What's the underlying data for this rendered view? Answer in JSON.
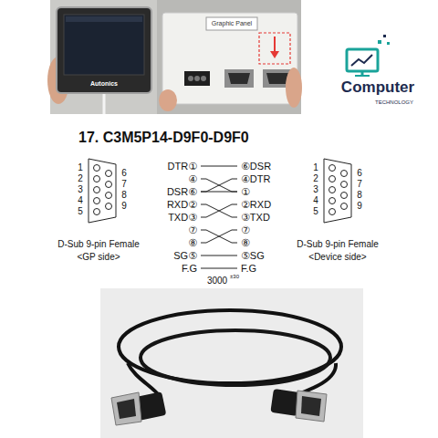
{
  "diagram": {
    "title": "17. C3M5P14-D9F0-D9F0",
    "nodes": [
      {
        "text": [
          "DTR①"
        ]
      },
      {
        "text": [
          "④"
        ]
      },
      {
        "text": [
          "DSR⑥"
        ]
      },
      {
        "text": [
          "RXD②"
        ]
      },
      {
        "text": [
          "TXD③"
        ]
      },
      {
        "text": [
          "⑦"
        ]
      },
      {
        "text": [
          "⑧"
        ]
      },
      {
        "text": [
          "SG⑤"
        ]
      },
      {
        "text": [
          "F.G"
        ]
      },
      {
        "text": [
          "⑥DSR"
        ]
      },
      {
        "text": [
          "④DTR"
        ]
      },
      {
        "text": [
          "①"
        ]
      },
      {
        "text": [
          "②RXD"
        ]
      },
      {
        "text": [
          "③TXD"
        ]
      },
      {
        "text": [
          "⑦"
        ]
      },
      {
        "text": [
          "⑧"
        ]
      },
      {
        "text": [
          "⑤SG"
        ]
      },
      {
        "text": [
          "F.G"
        ]
      }
    ],
    "edges": [
      {
        "from": 0,
        "to": 9,
        "arrow": "none"
      },
      {
        "from": 2,
        "to": 11,
        "arrow": "none"
      },
      {
        "from": 10,
        "to": 2,
        "arrow": "none"
      },
      {
        "from": 1,
        "to": 11,
        "arrow": "none"
      },
      {
        "from": 3,
        "to": 13,
        "arrow": "none"
      },
      {
        "from": 4,
        "to": 12,
        "arrow": "none"
      },
      {
        "from": 5,
        "to": 15,
        "arrow": "none"
      },
      {
        "from": 6,
        "to": 14,
        "arrow": "none"
      },
      {
        "from": 7,
        "to": 16,
        "arrow": "none"
      },
      {
        "from": 8,
        "to": 17,
        "arrow": "none"
      }
    ],
    "labels": [
      "Autonics",
      "Graphic Panel",
      "Computer",
      "TECHNOLOGY",
      "1",
      "2",
      "3",
      "4",
      "5",
      "6",
      "7",
      "8",
      "9",
      "D-Sub 9-pin Female",
      "<GP side>",
      "1",
      "2",
      "3",
      "4",
      "5",
      "6",
      "7",
      "8",
      "9",
      "D-Sub 9-pin Female",
      "<Device side>",
      "3000",
      "±30"
    ]
  }
}
